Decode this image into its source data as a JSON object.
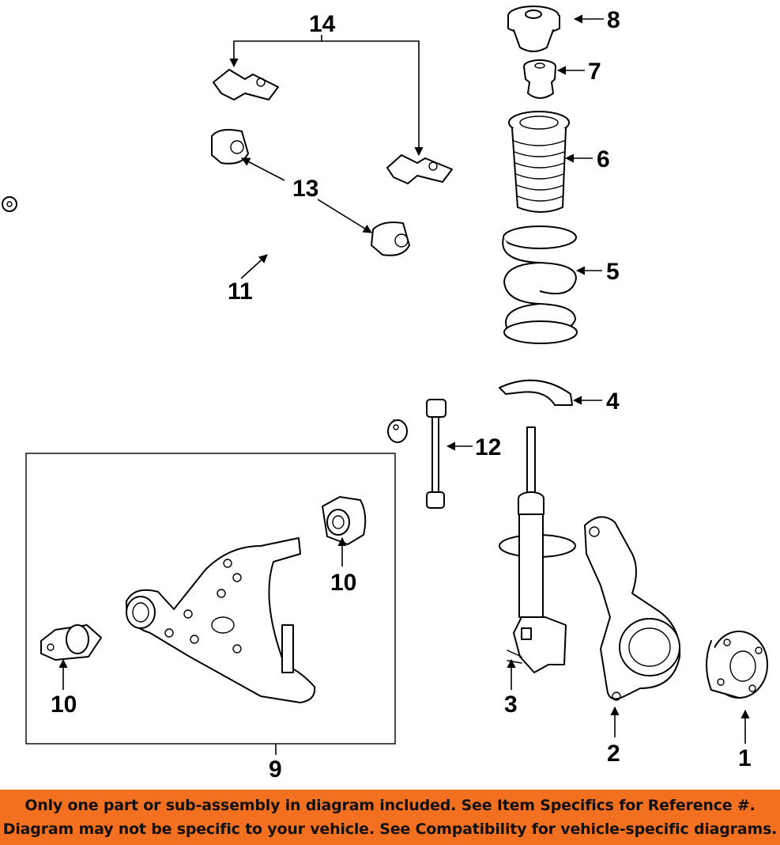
{
  "callouts": {
    "c1": "1",
    "c2": "2",
    "c3": "3",
    "c4": "4",
    "c5": "5",
    "c6": "6",
    "c7": "7",
    "c8": "8",
    "c9": "9",
    "c10a": "10",
    "c10b": "10",
    "c11": "11",
    "c12": "12",
    "c13": "13",
    "c14": "14"
  },
  "banner": {
    "line1": "Only one part or sub-assembly in diagram included. See Item Specifics for Reference #.",
    "line2": "Diagram may not be specific to your vehicle. See Compatibility for vehicle-specific diagrams."
  },
  "colors": {
    "banner_bg": "#f37021",
    "line": "#000000",
    "background": "#ffffff"
  }
}
